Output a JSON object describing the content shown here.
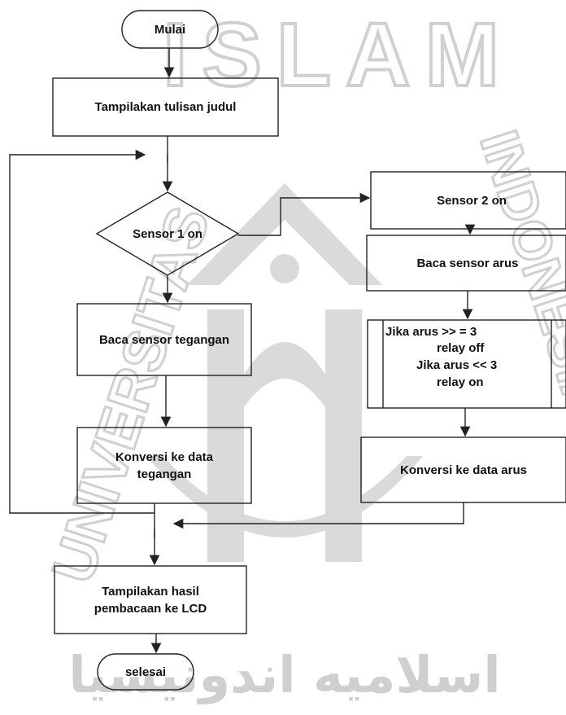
{
  "watermark": {
    "top_text": "ISLAM",
    "left_text": "UNIVERSITAS",
    "right_text": "INDONESIA",
    "bottom_script": "اسلاميه اندونيسيا"
  },
  "nodes": {
    "start": "Mulai",
    "title_display": "Tampilakan tulisan judul",
    "sensor1_decision": "Sensor 1 on",
    "read_voltage": "Baca sensor tegangan",
    "convert_voltage_1": "Konversi ke data",
    "convert_voltage_2": "tegangan",
    "sensor2_on": "Sensor 2 on",
    "read_current": "Baca sensor arus",
    "relay_line1": "Jika arus  >> = 3",
    "relay_line2": "relay off",
    "relay_line3": "Jika arus << 3",
    "relay_line4": "relay on",
    "convert_current": "Konversi ke data arus",
    "display_result_1": "Tampilakan hasil",
    "display_result_2": "pembacaan ke LCD",
    "end": "selesai"
  },
  "colors": {
    "stroke": "#222222",
    "text": "#111111",
    "watermark": "#d8d8d8"
  }
}
